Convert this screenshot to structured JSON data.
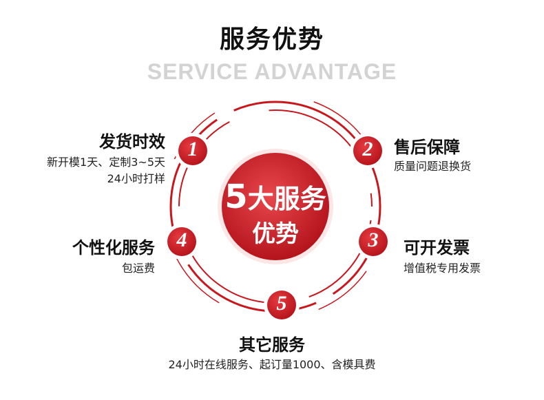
{
  "header": {
    "title": "服务优势",
    "subtitle": "SERVICE ADVANTAGE"
  },
  "center": {
    "line1_num": "5",
    "line1_text": "大服务",
    "line2": "优势"
  },
  "features": [
    {
      "num": "1",
      "title": "发货时效",
      "desc_lines": [
        "新开模1天、定制3~5天",
        "24小时打样"
      ]
    },
    {
      "num": "2",
      "title": "售后保障",
      "desc_lines": [
        "质量问题退换货"
      ]
    },
    {
      "num": "3",
      "title": "可开发票",
      "desc_lines": [
        "增值税专用发票"
      ]
    },
    {
      "num": "4",
      "title": "个性化服务",
      "desc_lines": [
        "包运费"
      ]
    },
    {
      "num": "5",
      "title": "其它服务",
      "desc_lines": [
        "24小时在线服务、起订量1000、含模具费"
      ]
    }
  ],
  "colors": {
    "accent": "#c8161d",
    "accent_light": "#e8474d",
    "subtitle_gray": "#d3d3d3"
  }
}
